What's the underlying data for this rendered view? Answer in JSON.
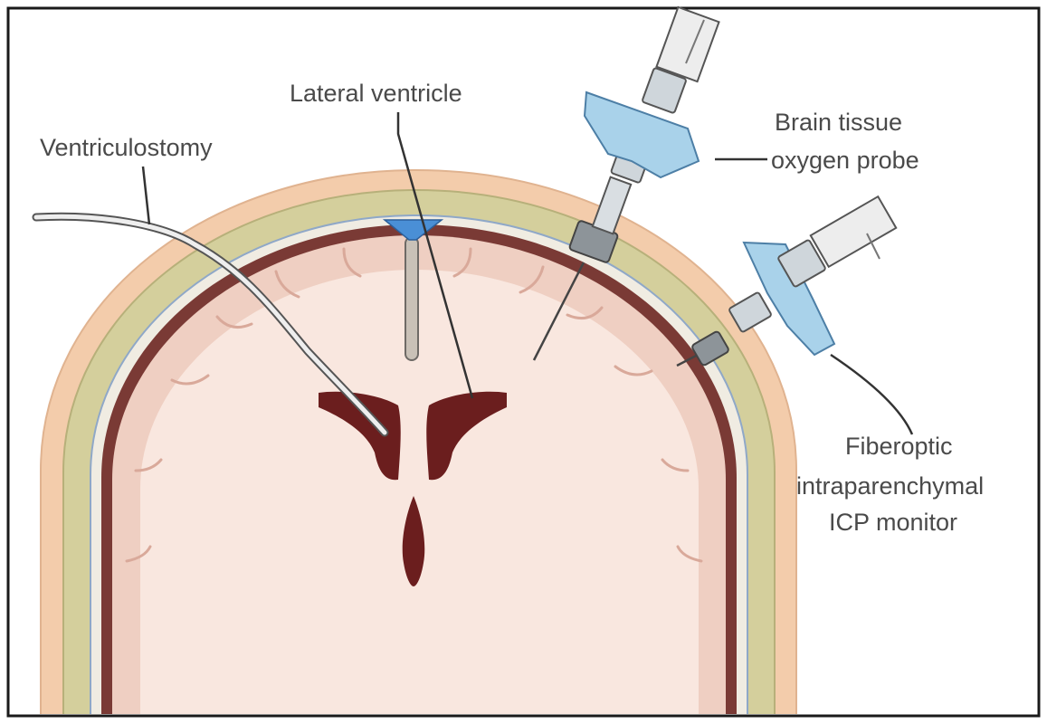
{
  "labels": {
    "ventriculostomy": "Ventriculostomy",
    "lateral_ventricle": "Lateral ventricle",
    "brain_tissue": "Brain tissue",
    "oxygen_probe": "oxygen probe",
    "fiberoptic": "Fiberoptic",
    "intraparenchymal": "intraparenchymal",
    "icp_monitor": "ICP monitor"
  },
  "colors": {
    "frame": "#1a1a1a",
    "scalp": "#f3ccab",
    "skull": "#d4cf9c",
    "dura": "#f0ece2",
    "cortex_edge": "#7a3a35",
    "brain": "#f9e7df",
    "ventricle": "#6b1e1e",
    "csf": "#4a8fd6",
    "probe_blue": "#a9d2ea",
    "probe_metal": "#8d9499",
    "leader": "#333333"
  }
}
